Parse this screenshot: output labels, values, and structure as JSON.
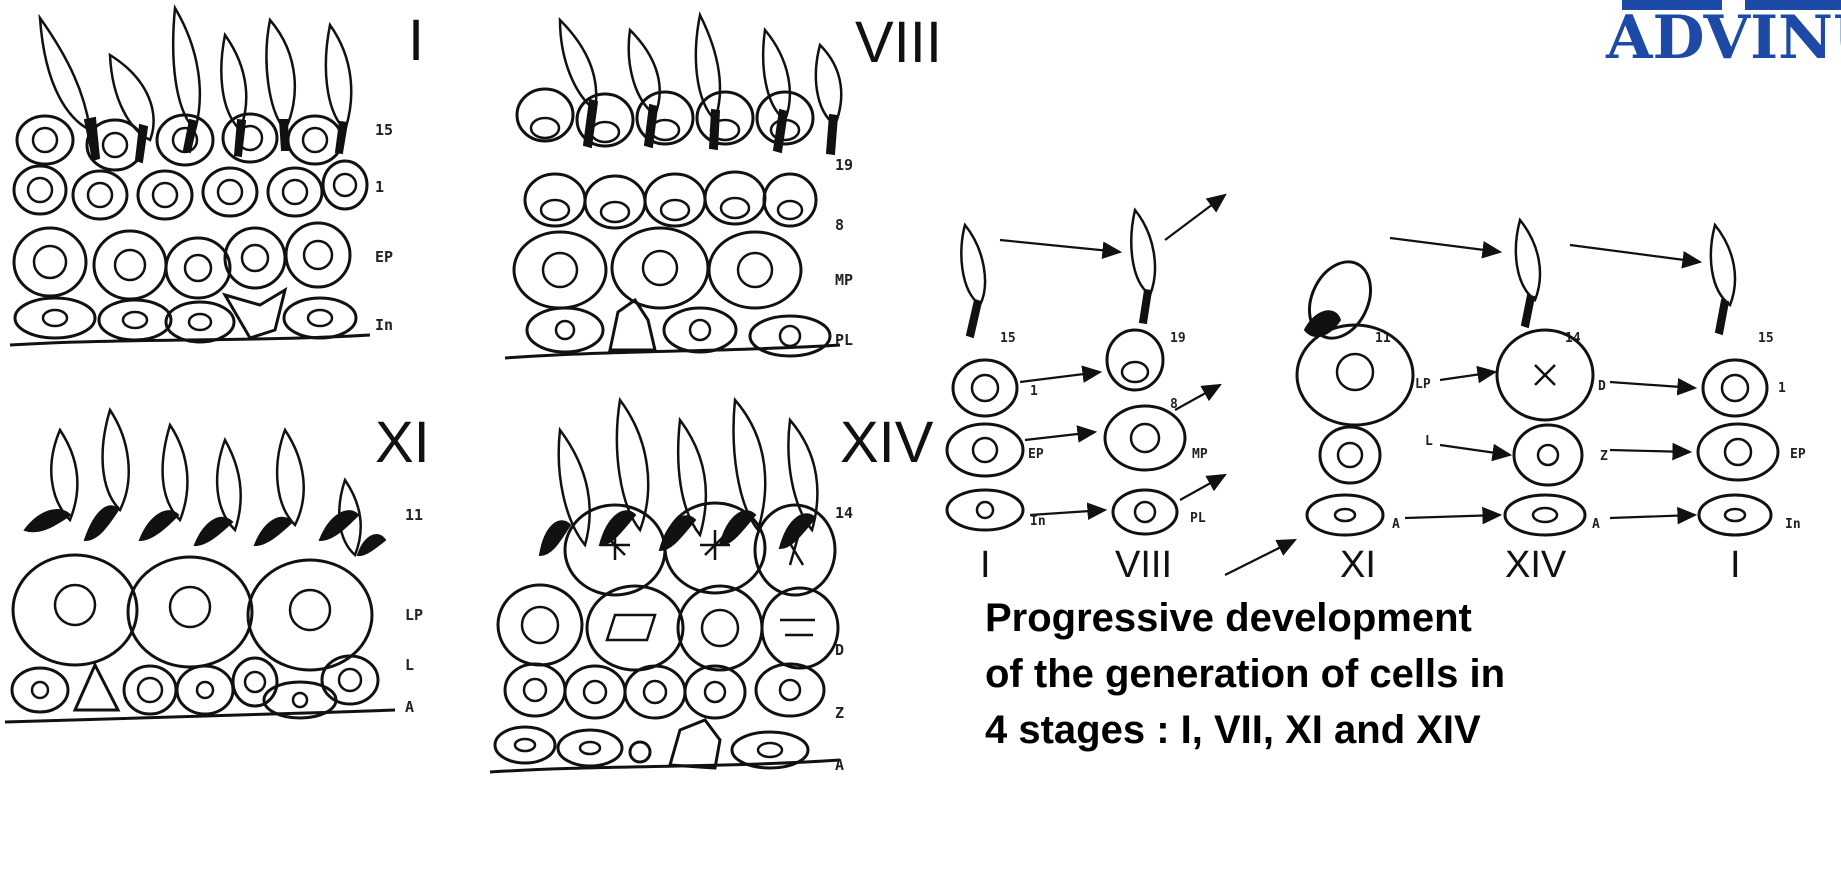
{
  "brand": {
    "text": "ADVINU"
  },
  "panels": [
    {
      "stage": "I",
      "labels": [
        "15",
        "1",
        "EP",
        "In"
      ]
    },
    {
      "stage": "VIII",
      "labels": [
        "19",
        "8",
        "MP",
        "PL"
      ]
    },
    {
      "stage": "XI",
      "labels": [
        "11",
        "LP",
        "L",
        "A"
      ]
    },
    {
      "stage": "XIV",
      "labels": [
        "14",
        "D",
        "Z",
        "A"
      ]
    }
  ],
  "scheme": {
    "columns": [
      "I",
      "VIII",
      "XI",
      "XIV",
      "I"
    ],
    "spermatid_labels": [
      "15",
      "19",
      "11",
      "14",
      "15"
    ],
    "row1_labels": [
      "1",
      "8",
      "LP",
      "D",
      "1"
    ],
    "row2_labels": [
      "EP",
      "MP",
      "L",
      "Z",
      "EP"
    ],
    "row3_labels": [
      "In",
      "PL",
      "A",
      "A",
      "In"
    ]
  },
  "caption": {
    "line1": "Progressive development",
    "line2": "of the generation of cells in",
    "line3": "4 stages : I, VII, XI and XIV"
  }
}
